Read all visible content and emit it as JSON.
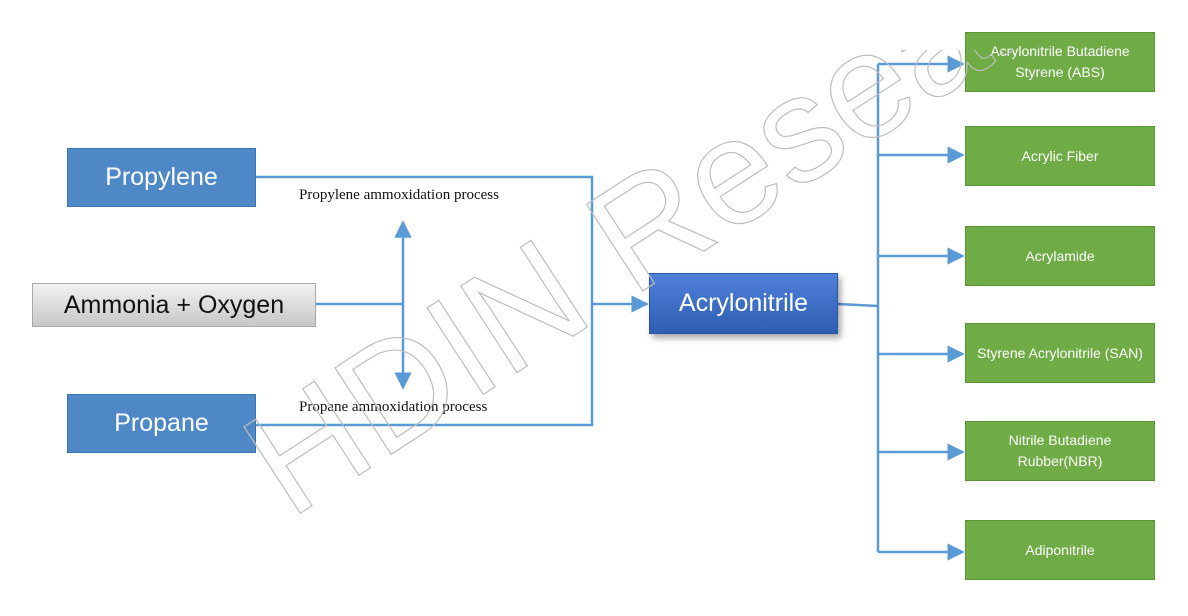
{
  "inputs": {
    "propylene": "Propylene",
    "ammonia_oxygen": "Ammonia + Oxygen",
    "propane": "Propane"
  },
  "processes": {
    "propylene_process": "Propylene ammoxidation process",
    "propane_process": "Propane ammoxidation process"
  },
  "center": {
    "label": "Acrylonitrile"
  },
  "outputs": [
    {
      "label": "Acrylonitrile Butadiene Styrene (ABS)"
    },
    {
      "label": "Acrylic Fiber"
    },
    {
      "label": "Acrylamide"
    },
    {
      "label": "Styrene Acrylonitrile (SAN)"
    },
    {
      "label": "Nitrile Butadiene Rubber(NBR)"
    },
    {
      "label": "Adiponitrile"
    }
  ],
  "watermark": "HDIN Research",
  "colors": {
    "connector": "#5b9bd5",
    "input_box": "#4f88c6",
    "center_box": "#3a6cc4",
    "output_box": "#6fac46",
    "gray_box": "#d6d6d6"
  }
}
